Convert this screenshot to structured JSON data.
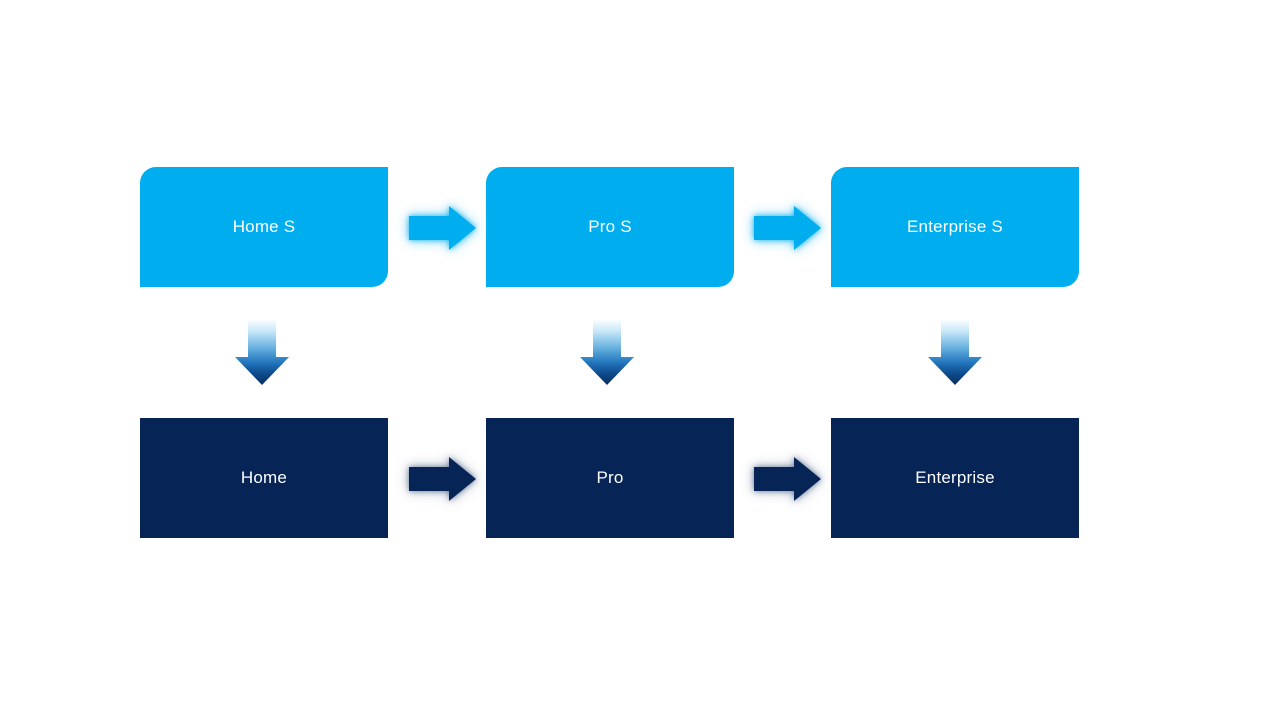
{
  "colors": {
    "light_blue": "#00AEEF",
    "navy": "#062455",
    "text": "#FFFFFF",
    "bg": "#FFFFFF"
  },
  "rows": {
    "top": [
      {
        "label": "Home S"
      },
      {
        "label": "Pro S"
      },
      {
        "label": "Enterprise S"
      }
    ],
    "bottom": [
      {
        "label": "Home"
      },
      {
        "label": "Pro"
      },
      {
        "label": "Enterprise"
      }
    ]
  },
  "icons": {
    "right_arrow": "right-arrow",
    "down_arrow": "down-arrow-gradient"
  }
}
